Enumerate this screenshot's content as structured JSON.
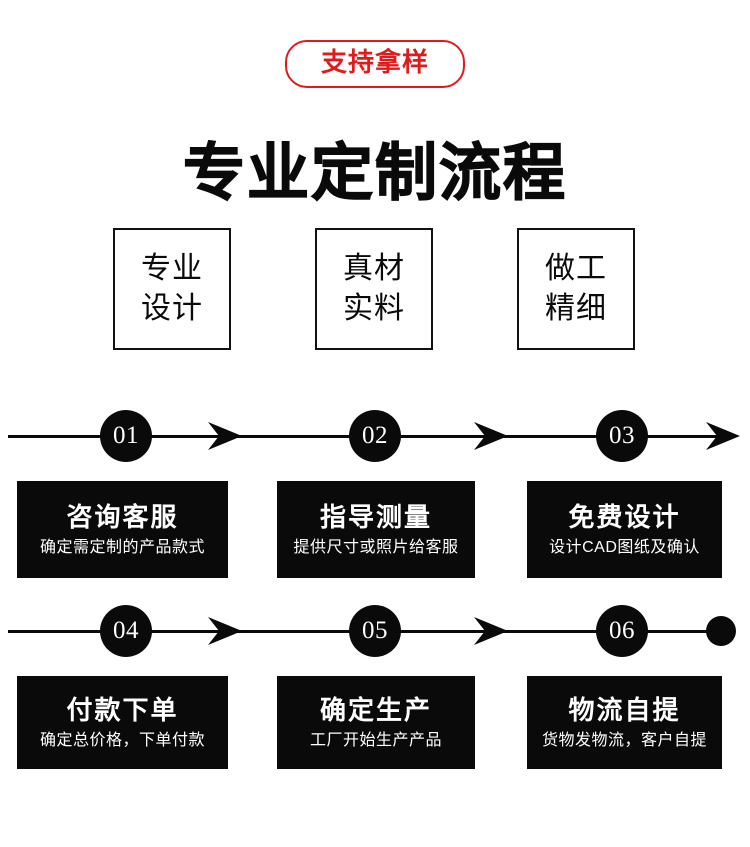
{
  "header": {
    "badge_label": "支持拿样",
    "title": "专业定制流程",
    "badge_color": "#e01b1b",
    "title_color": "#0a0a0a"
  },
  "features": [
    {
      "line1": "专业",
      "line2": "设计"
    },
    {
      "line1": "真材",
      "line2": "实料"
    },
    {
      "line1": "做工",
      "line2": "精细"
    }
  ],
  "flow": {
    "rows": [
      {
        "numbers": [
          "01",
          "02",
          "03"
        ],
        "end_marker": "arrow"
      },
      {
        "numbers": [
          "04",
          "05",
          "06"
        ],
        "end_marker": "dot"
      }
    ]
  },
  "steps": [
    [
      {
        "number": "01",
        "title": "咨询客服",
        "subtitle": "确定需定制的产品款式"
      },
      {
        "number": "02",
        "title": "指导测量",
        "subtitle": "提供尺寸或照片给客服"
      },
      {
        "number": "03",
        "title": "免费设计",
        "subtitle": "设计CAD图纸及确认"
      }
    ],
    [
      {
        "number": "04",
        "title": "付款下单",
        "subtitle": "确定总价格，下单付款"
      },
      {
        "number": "05",
        "title": "确定生产",
        "subtitle": "工厂开始生产产品"
      },
      {
        "number": "06",
        "title": "物流自提",
        "subtitle": "货物发物流，客户自提"
      }
    ]
  ],
  "icons": {
    "arrow_head": "arrow-right-icon",
    "end_dot": "dot-icon"
  }
}
